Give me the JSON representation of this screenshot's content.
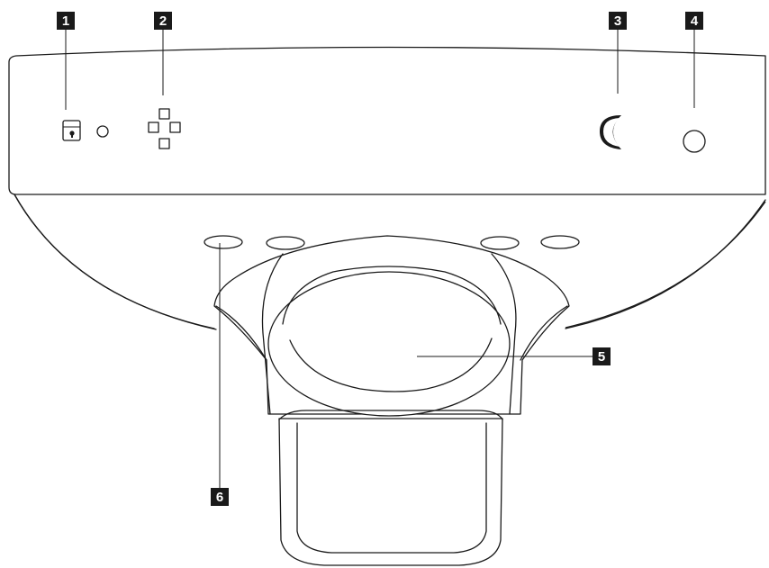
{
  "callouts": [
    {
      "id": "1",
      "label": "1"
    },
    {
      "id": "2",
      "label": "2"
    },
    {
      "id": "3",
      "label": "3"
    },
    {
      "id": "4",
      "label": "4"
    },
    {
      "id": "5",
      "label": "5"
    },
    {
      "id": "6",
      "label": "6"
    }
  ],
  "icons": {
    "lock": "lock-icon",
    "cross": "cross-layout-icon",
    "moon": "moon-icon",
    "power": "circle-button-icon"
  },
  "colors": {
    "callout_fill": "#1a1a1a",
    "line": "#1a1a1a",
    "background": "#ffffff"
  }
}
